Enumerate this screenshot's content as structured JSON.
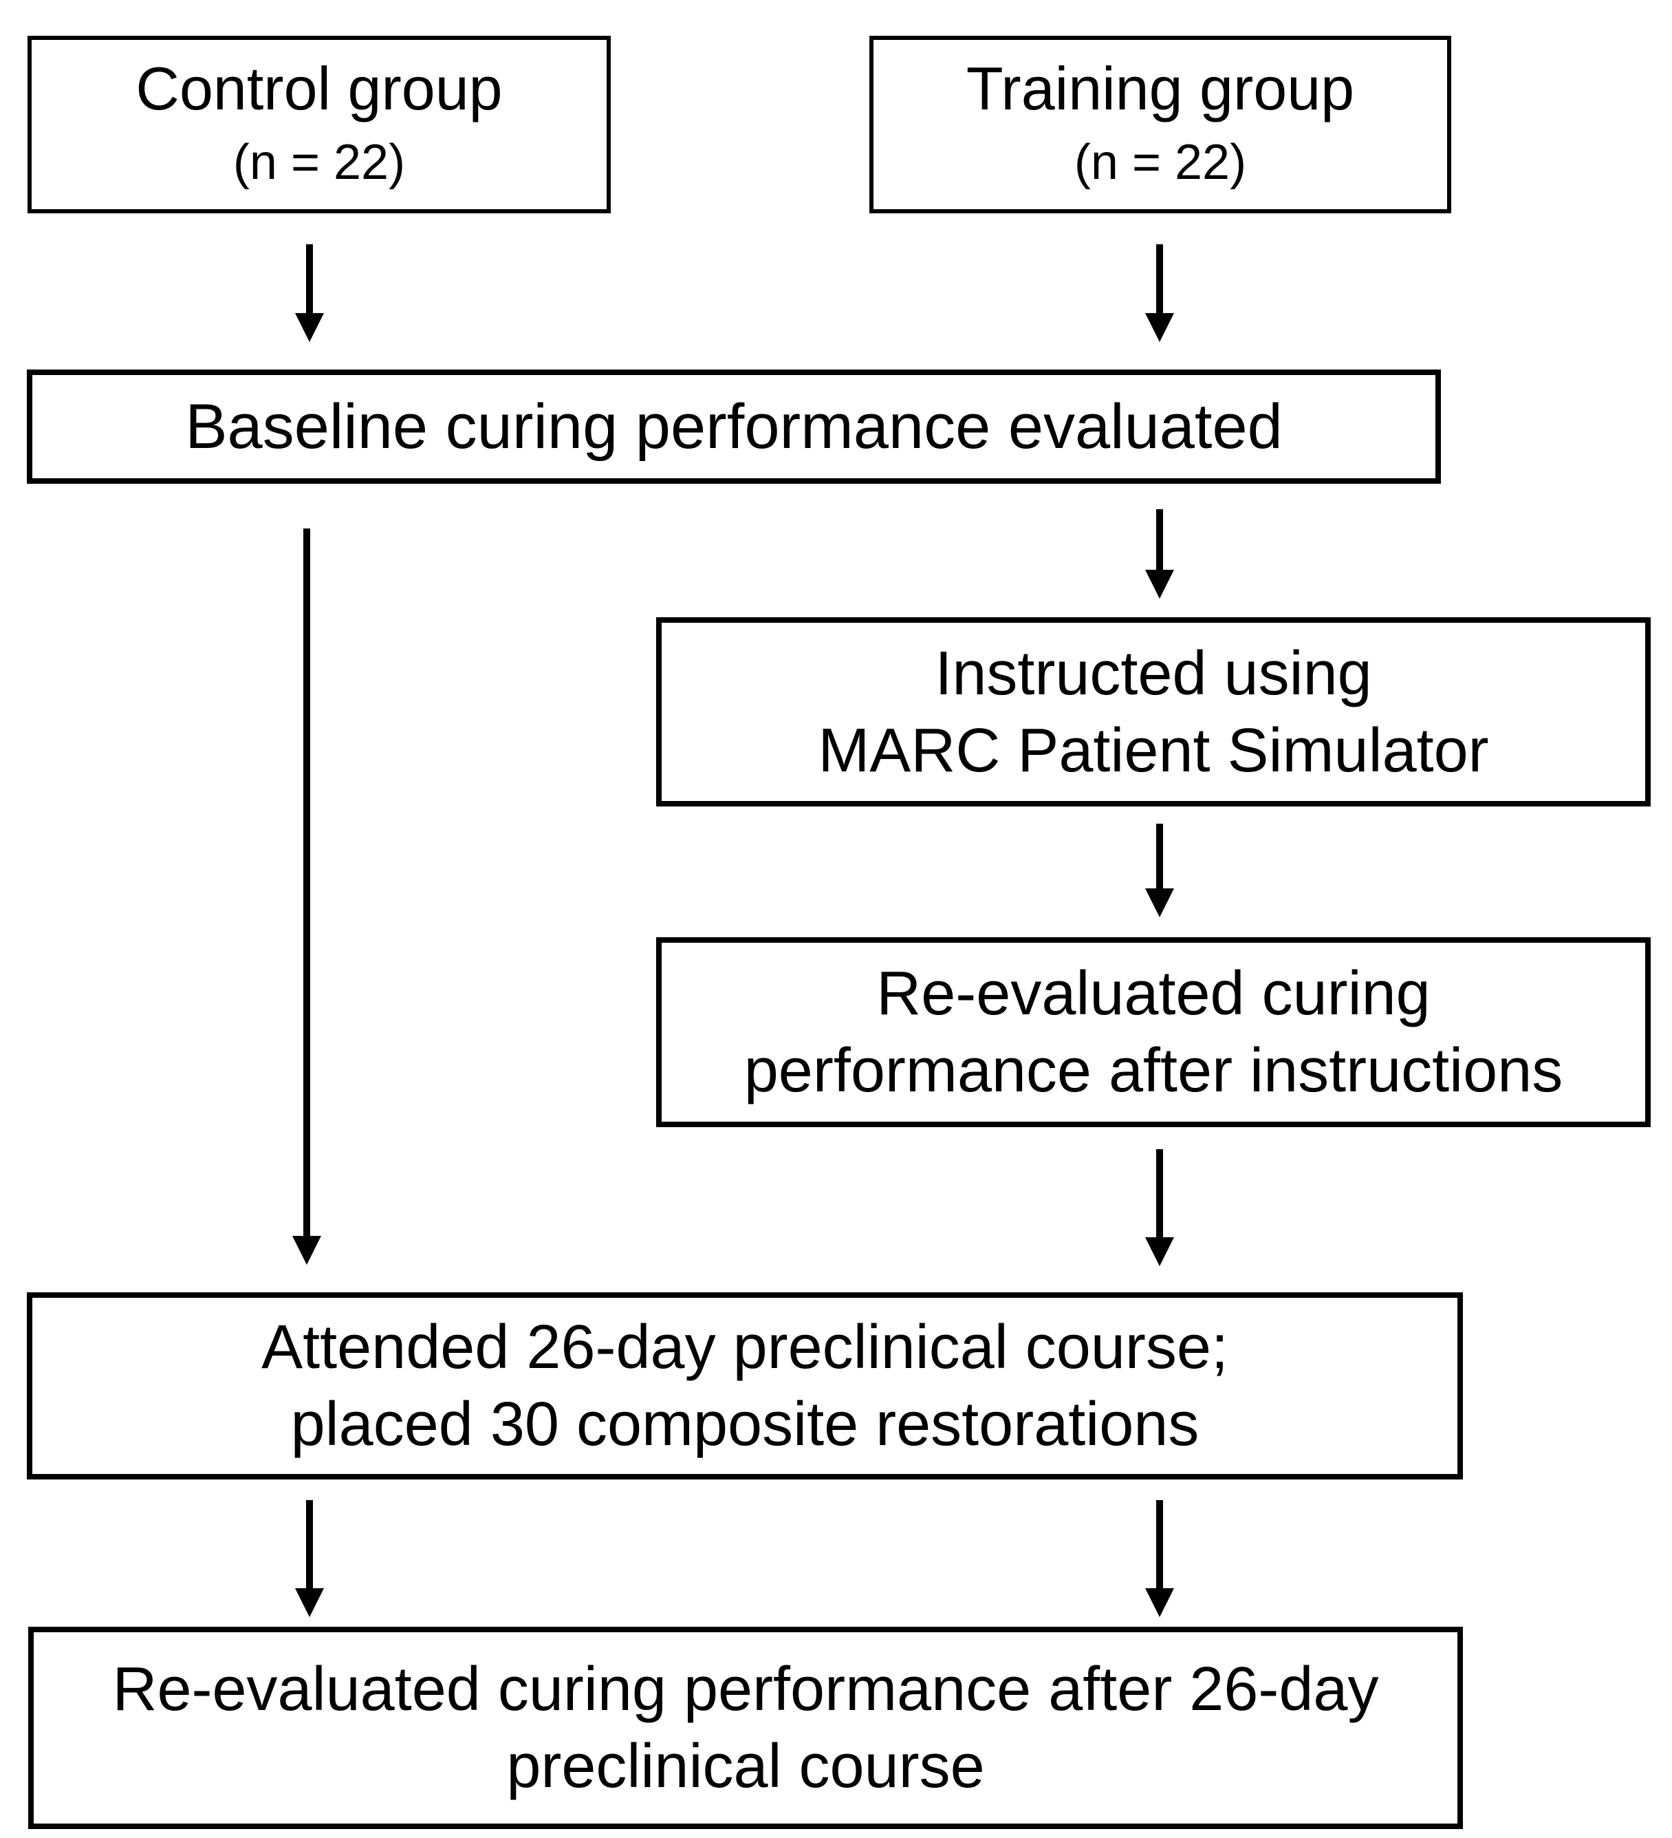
{
  "diagram": {
    "title_semantic": "Study design flowchart",
    "nodes": {
      "control": {
        "line1": "Control group",
        "line2": "(n = 22)"
      },
      "training": {
        "line1": "Training group",
        "line2": "(n = 22)"
      },
      "baseline": {
        "line1": "Baseline curing performance evaluated"
      },
      "instructed": {
        "line1": "Instructed using",
        "line2": "MARC Patient Simulator"
      },
      "reeval_instructions": {
        "line1": "Re-evaluated curing",
        "line2": "performance after instructions"
      },
      "course": {
        "line1": "Attended 26-day preclinical course;",
        "line2": "placed 30 composite restorations"
      },
      "reeval_course": {
        "line1": "Re-evaluated curing performance after 26-day",
        "line2": "preclinical course"
      }
    },
    "colors": {
      "ink": "#000000",
      "paper": "#ffffff"
    }
  }
}
